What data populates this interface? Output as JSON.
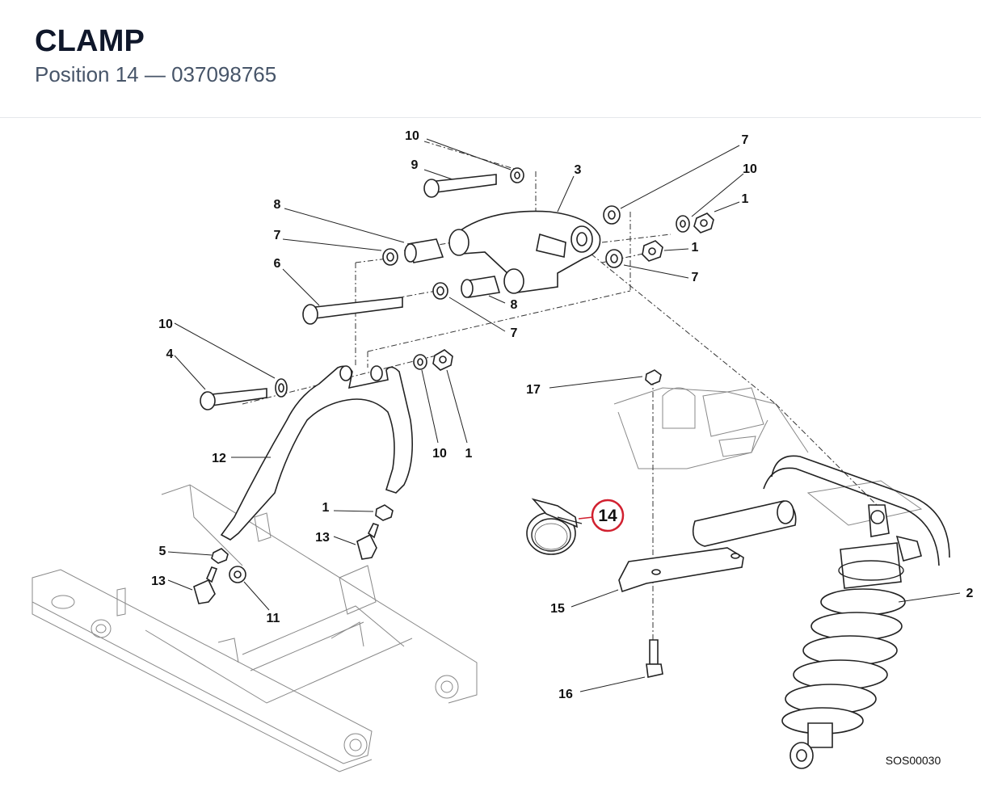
{
  "header": {
    "title": "CLAMP",
    "subtitle": "Position 14 — 037098765"
  },
  "diagram": {
    "highlight": {
      "label": "14",
      "color": "#d1202f"
    },
    "callouts": [
      "10",
      "9",
      "3",
      "7",
      "10",
      "1",
      "8",
      "7",
      "1",
      "6",
      "8",
      "7",
      "7",
      "10",
      "4",
      "17",
      "10",
      "1",
      "12",
      "1",
      "13",
      "5",
      "13",
      "11",
      "15",
      "2",
      "16"
    ],
    "drawing_code": "SOS00030"
  }
}
